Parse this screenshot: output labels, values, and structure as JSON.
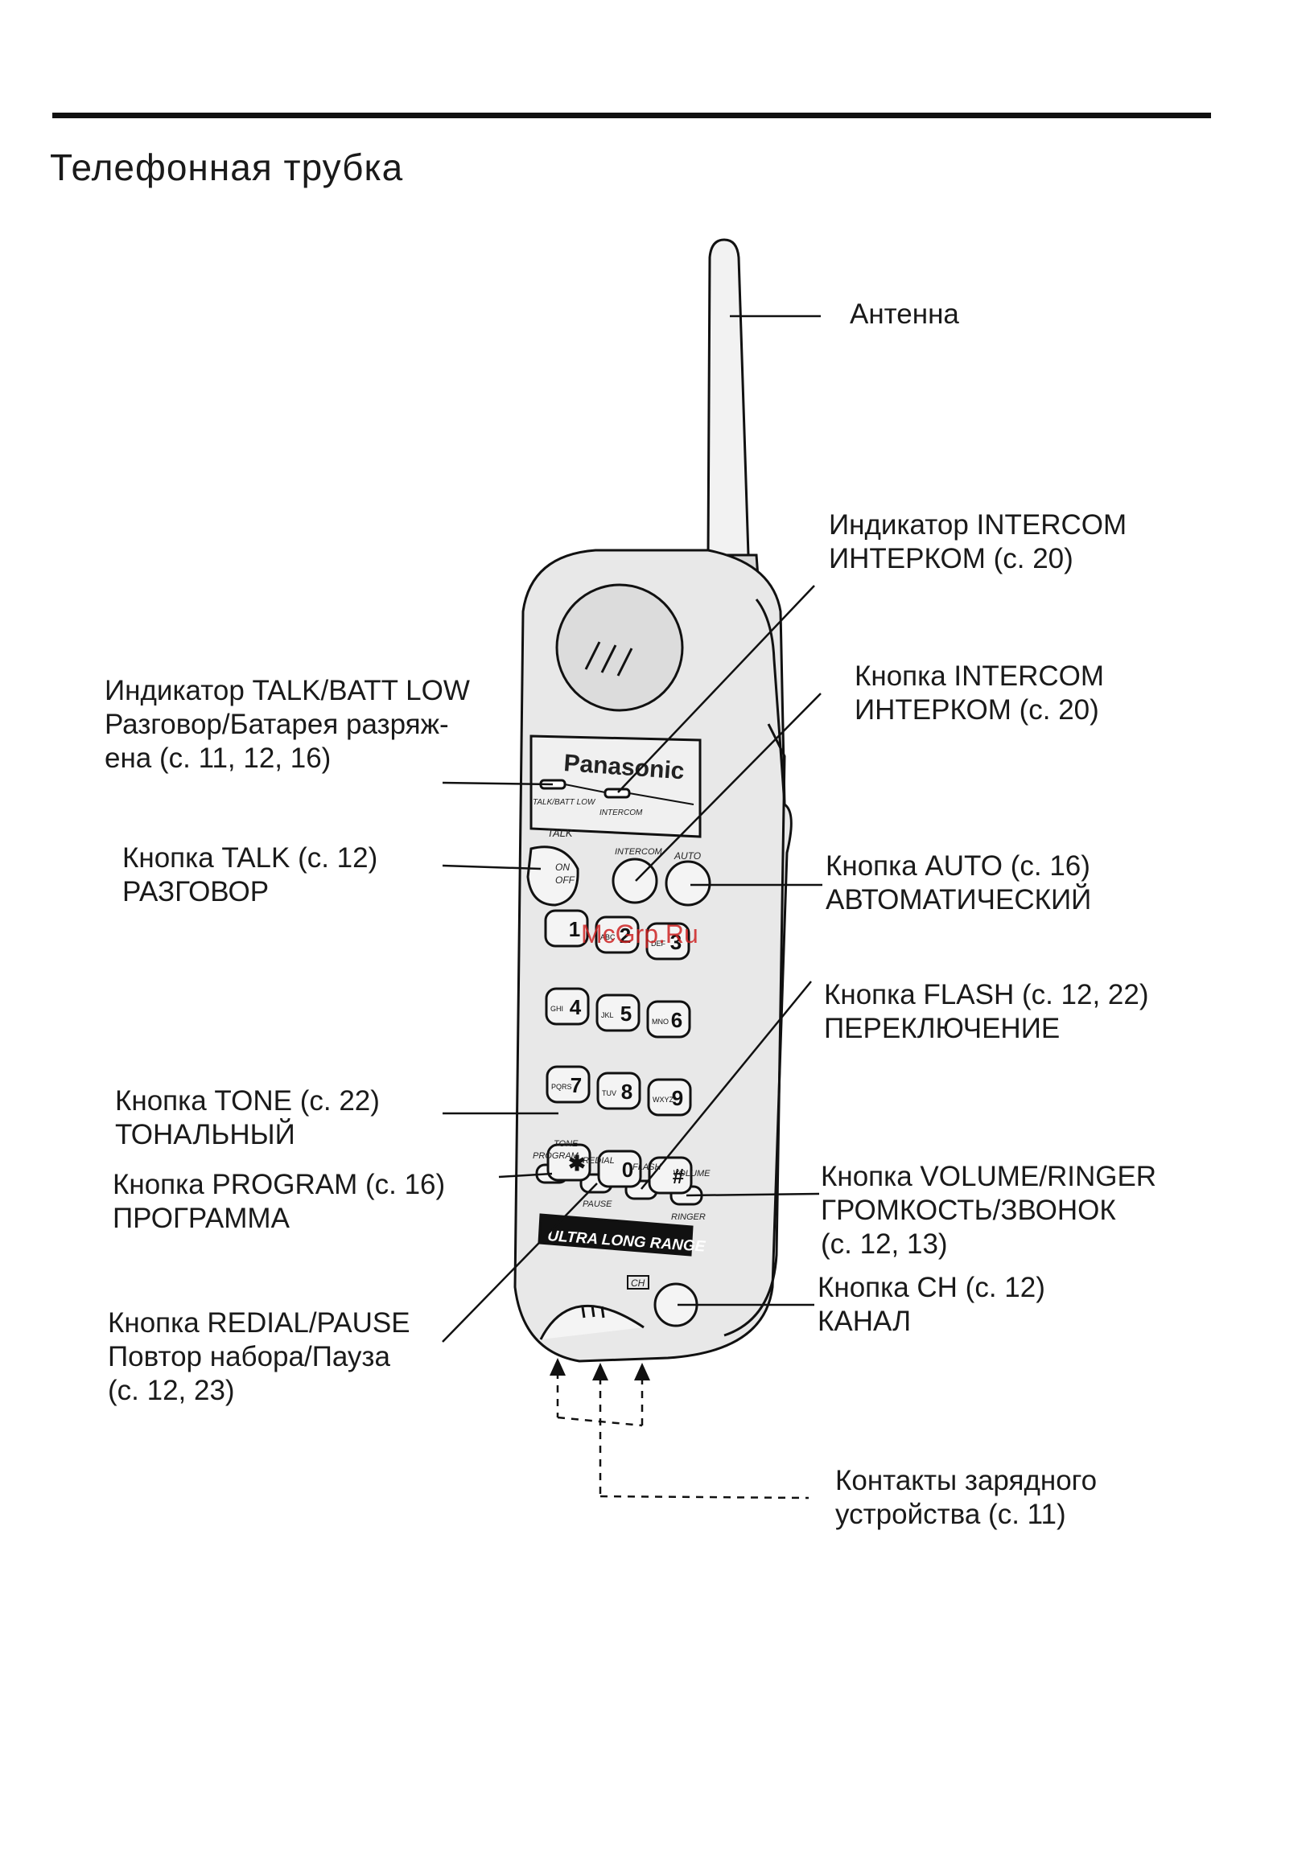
{
  "page": {
    "title": "Телефонная  трубка"
  },
  "phone": {
    "brand": "Panasonic",
    "talk_batt_low_label": "TALK/BATT LOW",
    "intercom_indicator_label": "INTERCOM",
    "talk_label": "TALK",
    "on_label": "ON",
    "off_label": "OFF",
    "intercom_button_label": "INTERCOM",
    "auto_label": "AUTO",
    "tone_label": "TONE",
    "program_label": "PROGRAM",
    "redial_label": "REDIAL",
    "flash_label": "FLASH",
    "volume_label": "VOLUME",
    "pause_label": "PAUSE",
    "ringer_label": "RINGER",
    "range_label": "ULTRA LONG RANGE",
    "ch_label": "CH",
    "watermark": "McGrp.Ru",
    "keys": [
      {
        "digit": "1",
        "letters": ""
      },
      {
        "digit": "2",
        "letters": "ABC"
      },
      {
        "digit": "3",
        "letters": "DEF"
      },
      {
        "digit": "4",
        "letters": "GHI"
      },
      {
        "digit": "5",
        "letters": "JKL"
      },
      {
        "digit": "6",
        "letters": "MNO"
      },
      {
        "digit": "7",
        "letters": "PQRS"
      },
      {
        "digit": "8",
        "letters": "TUV"
      },
      {
        "digit": "9",
        "letters": "WXYZ"
      },
      {
        "digit": "✱",
        "letters": ""
      },
      {
        "digit": "0",
        "letters": ""
      },
      {
        "digit": "#",
        "letters": ""
      }
    ]
  },
  "callouts": {
    "antenna": [
      "Антенна"
    ],
    "intercom_indicator": [
      "Индикатор  INTERCOM",
      "ИНТЕРКОМ       (с.  20)"
    ],
    "intercom_button": [
      "Кнопка  INTERCOM",
      "ИНТЕРКОМ  (с.  20)"
    ],
    "talk_indicator": [
      "Индикатор  TALK/BATT  LOW",
      "Разговор/Батарея  разряж-",
      "ена  (с.  11,  12,  16)"
    ],
    "talk_button": [
      "Кнопка  TALK  (с.  12)",
      "РАЗГОВОР"
    ],
    "auto_button": [
      "Кнопка  AUTO  (с.  16)",
      "АВТОМАТИЧЕСКИЙ"
    ],
    "flash_button": [
      "Кнопка  FLASH  (с.  12,  22)",
      "ПЕРЕКЛЮЧЕНИЕ"
    ],
    "tone_button": [
      "Кнопка  TONE  (с.  22)",
      "ТОНАЛЬНЫЙ"
    ],
    "program_button": [
      "Кнопка  PROGRAM  (с.  16)",
      "ПРОГРАММА"
    ],
    "volume_button": [
      "Кнопка  VOLUME/RINGER",
      "ГРОМКОСТЬ/ЗВОНОК",
      "(с.  12,  13)"
    ],
    "ch_button": [
      "Кнопка  CH  (с.  12)",
      "КАНАЛ"
    ],
    "redial_button": [
      "Кнопка  REDIAL/PAUSE",
      "Повтор  набора/Пауза",
      "(с.  12,  23)"
    ],
    "charge_contacts": [
      "Контакты  зарядного",
      "устройства  (с.  11)"
    ]
  },
  "colors": {
    "ink": "#1a1a1a",
    "body_fill": "#e6e6e6",
    "watermark": "#cc2222"
  }
}
